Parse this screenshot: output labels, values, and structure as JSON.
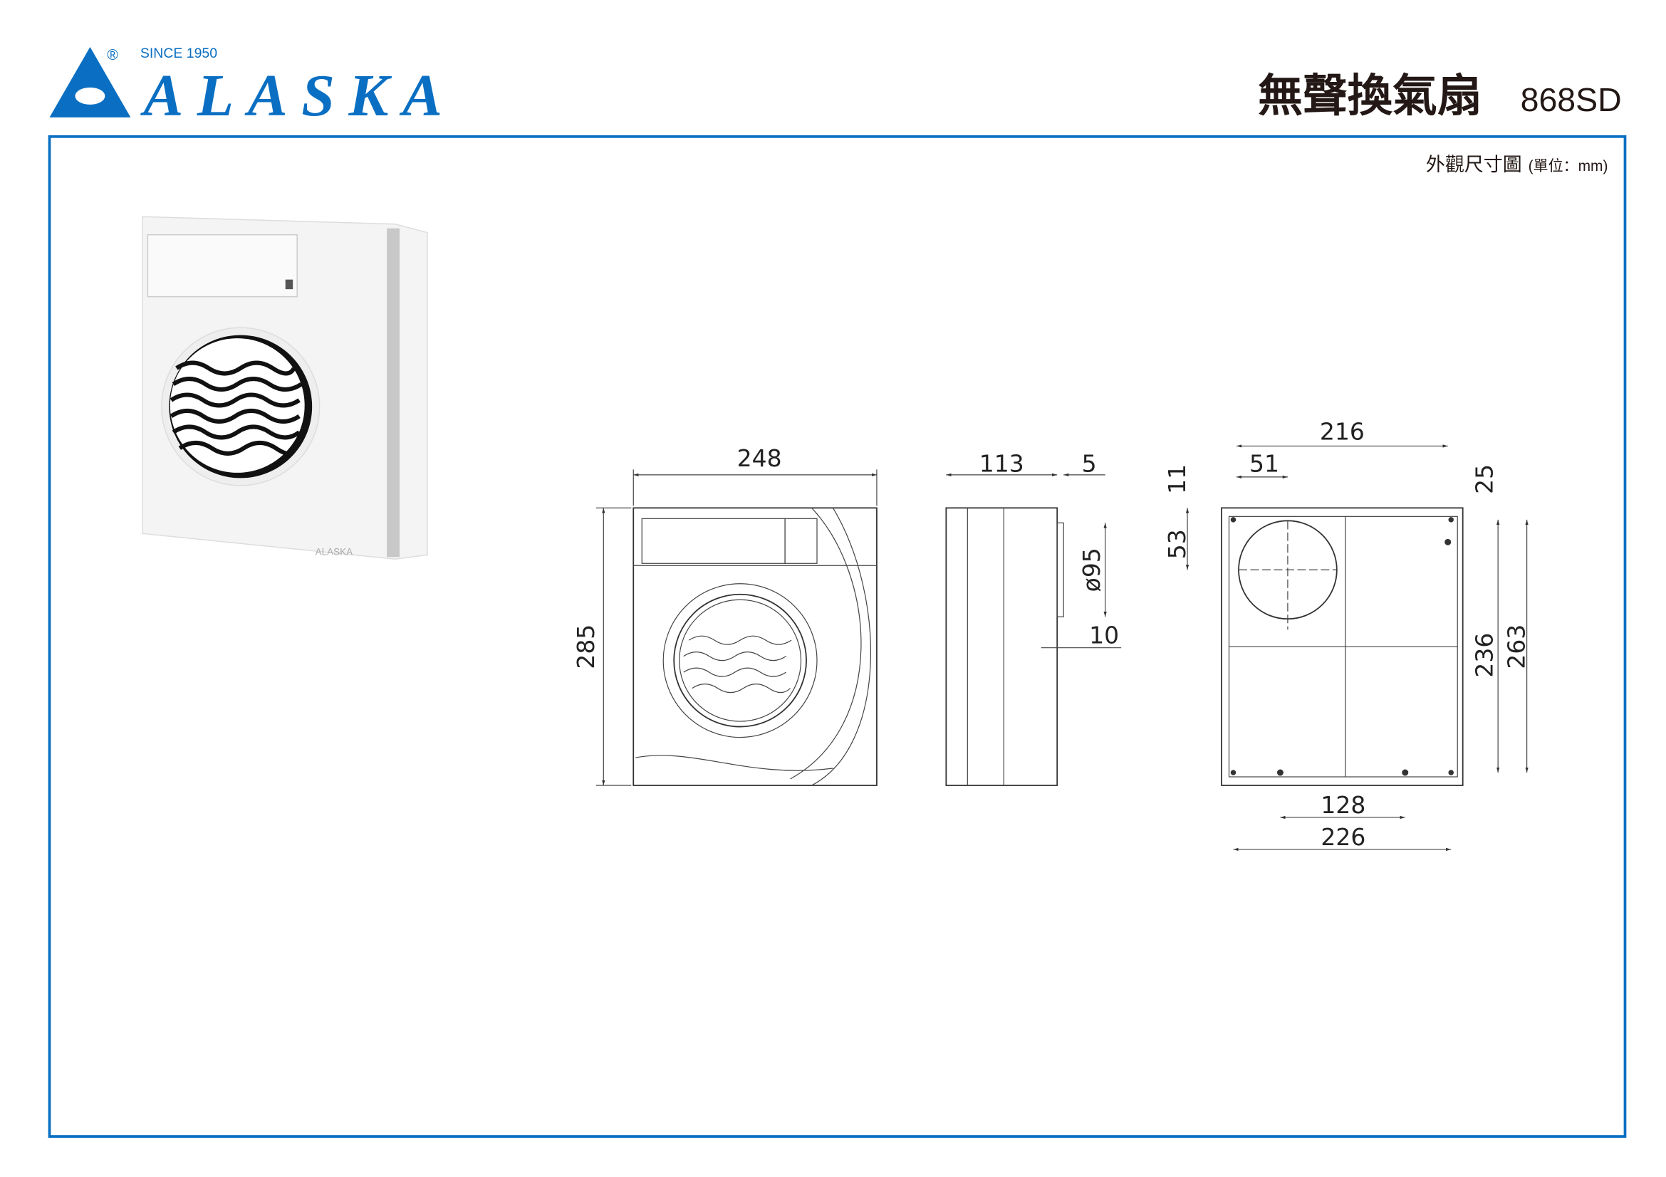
{
  "brand": {
    "name": "ALASKA",
    "since": "SINCE 1950",
    "registered": "®",
    "color": "#0a6fc2"
  },
  "header": {
    "title": "無聲換氣扇",
    "model": "868SD"
  },
  "drawing": {
    "caption": "外觀尺寸圖",
    "unit": "(單位：mm)",
    "front": {
      "width": "248",
      "height": "285"
    },
    "side": {
      "depth": "113",
      "flange": "5",
      "duct": "ø95",
      "duct_depth": "10"
    },
    "back": {
      "top_width": "216",
      "offset_x": "51",
      "offset_top": "11",
      "offset_y": "53",
      "right_top": "25",
      "inner_h": "236",
      "outer_h": "263",
      "hole_spacing": "128",
      "bottom_width": "226"
    }
  }
}
